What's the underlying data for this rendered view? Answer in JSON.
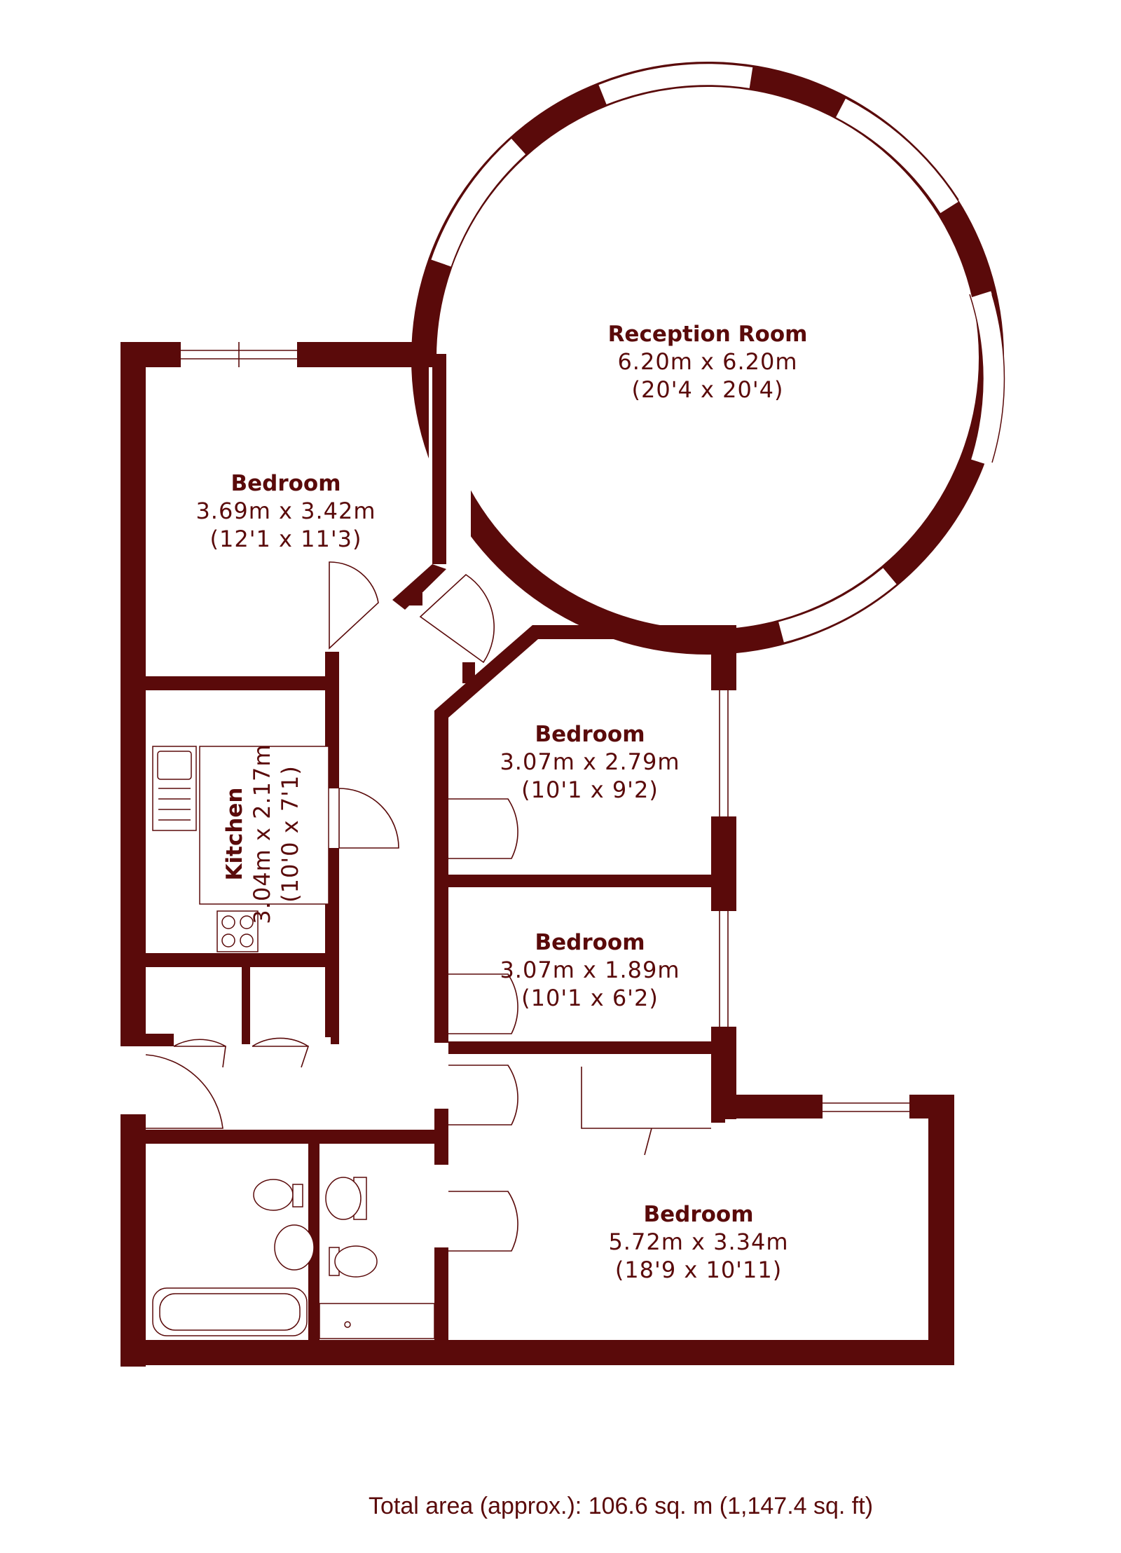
{
  "colors": {
    "wall": "#5a0a0a",
    "text": "#5a0a0a",
    "background": "#ffffff"
  },
  "rooms": {
    "reception": {
      "name": "Reception Room",
      "metric": "6.20m x 6.20m",
      "imperial": "(20'4 x 20'4)"
    },
    "bedroom1": {
      "name": "Bedroom",
      "metric": "3.69m x 3.42m",
      "imperial": "(12'1 x 11'3)"
    },
    "bedroom2": {
      "name": "Bedroom",
      "metric": "3.07m x 2.79m",
      "imperial": "(10'1 x 9'2)"
    },
    "bedroom3": {
      "name": "Bedroom",
      "metric": "3.07m x 1.89m",
      "imperial": "(10'1 x 6'2)"
    },
    "bedroom4": {
      "name": "Bedroom",
      "metric": "5.72m x 3.34m",
      "imperial": "(18'9 x 10'11)"
    },
    "kitchen": {
      "name": "Kitchen",
      "metric": "3.04m x 2.17m",
      "imperial": "(10'0 x 7'1)"
    }
  },
  "total_area": "Total area (approx.): 106.6 sq. m (1,147.4 sq. ft)"
}
